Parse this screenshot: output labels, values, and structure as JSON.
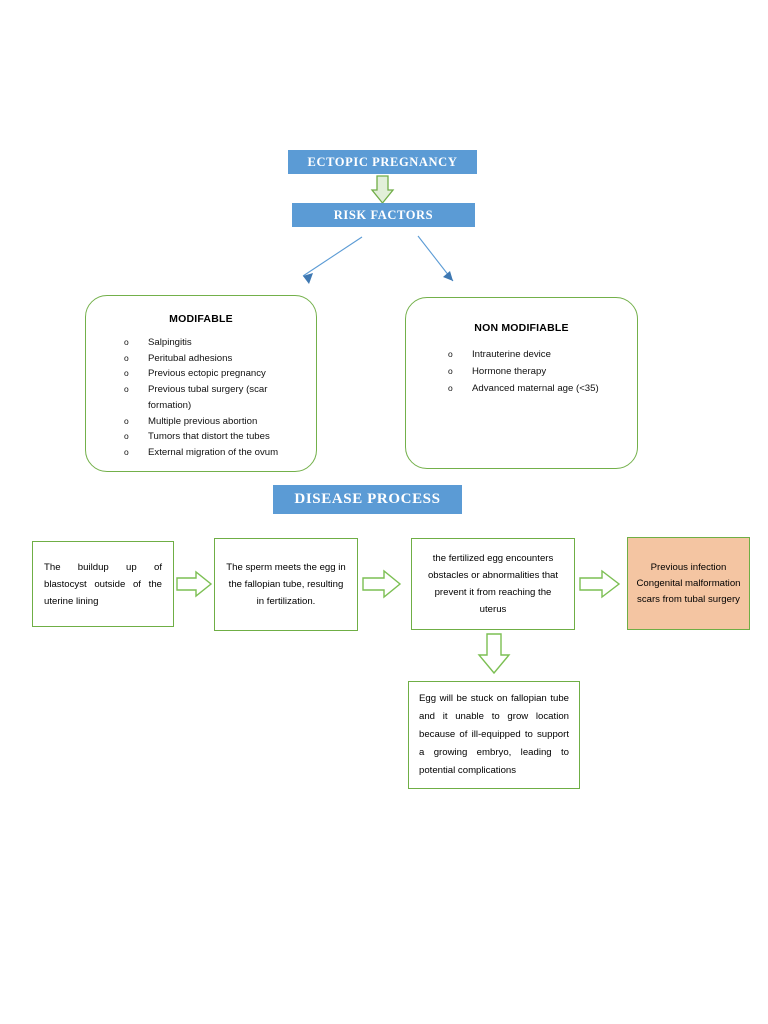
{
  "diagram": {
    "title_banner": "ECTOPIC PREGNANCY",
    "risk_banner": "RISK FACTORS",
    "disease_banner": "DISEASE PROCESS",
    "colors": {
      "banner_blue": "#5B9BD5",
      "border_green": "#70AD47",
      "arrow_green": "#70AD47",
      "arrow_blue": "#4A87C4",
      "highlight_peach": "#F4C5A2",
      "text_black": "#000000",
      "banner_text": "#FFFFFF"
    },
    "risk_factors": {
      "modifiable": {
        "heading": "MODIFABLE",
        "bullet_glyph": "o",
        "items": [
          "Salpingitis",
          "Peritubal adhesions",
          "Previous ectopic pregnancy",
          "Previous tubal surgery (scar formation)",
          "Multiple previous abortion",
          "Tumors that distort the tubes",
          "External migration of the ovum"
        ]
      },
      "non_modifiable": {
        "heading": "NON MODIFIABLE",
        "bullet_glyph": "o",
        "items": [
          "Intrauterine device",
          "Hormone therapy",
          "Advanced maternal age (<35)"
        ]
      }
    },
    "disease_process": {
      "steps": [
        "The buildup up of blastocyst outside of the uterine lining",
        "The sperm meets the egg in the fallopian tube, resulting in fertilization.",
        "the fertilized egg encounters obstacles or abnormalities that prevent it from reaching the uterus",
        "Previous infection Congenital malformation scars from tubal surgery"
      ],
      "outcome": "Egg will be stuck on fallopian tube and it unable to grow location because of ill-equipped to support a growing embryo, leading to potential complications"
    }
  }
}
